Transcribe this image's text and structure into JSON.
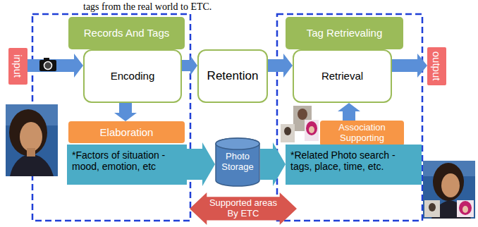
{
  "diagram": {
    "nodes": [
      {
        "text": [
          "input"
        ]
      },
      {
        "text": [
          "Records And Tags"
        ]
      },
      {
        "text": [
          "Encoding"
        ]
      },
      {
        "text": [
          "Retention"
        ]
      },
      {
        "text": [
          "Tag Retrievaling"
        ]
      },
      {
        "text": [
          "Retrieval"
        ]
      },
      {
        "text": [
          "output"
        ]
      },
      {
        "text": [
          "Elaboration"
        ]
      },
      {
        "text": [
          "Association Supporting"
        ]
      },
      {
        "text": [
          "*Factors of situation -mood, emotion, etc"
        ]
      },
      {
        "text": [
          "Photo Storage"
        ]
      },
      {
        "text": [
          "*Related Photo search -tags, place, time, etc."
        ]
      },
      {
        "text": [
          "Supported areas By ETC"
        ]
      }
    ],
    "edges": [
      {
        "from": 0,
        "to": 2,
        "arrow": "to"
      },
      {
        "from": 2,
        "to": 3,
        "arrow": "to"
      },
      {
        "from": 3,
        "to": 5,
        "arrow": "to"
      },
      {
        "from": 5,
        "to": 6,
        "arrow": "to"
      },
      {
        "from": 2,
        "to": 7,
        "arrow": "to"
      },
      {
        "from": 8,
        "to": 5,
        "arrow": "to"
      },
      {
        "from": 9,
        "to": 10,
        "arrow": "to"
      },
      {
        "from": 10,
        "to": 11,
        "arrow": "to"
      }
    ],
    "labels": [
      "tags from the real world to ETC."
    ]
  }
}
